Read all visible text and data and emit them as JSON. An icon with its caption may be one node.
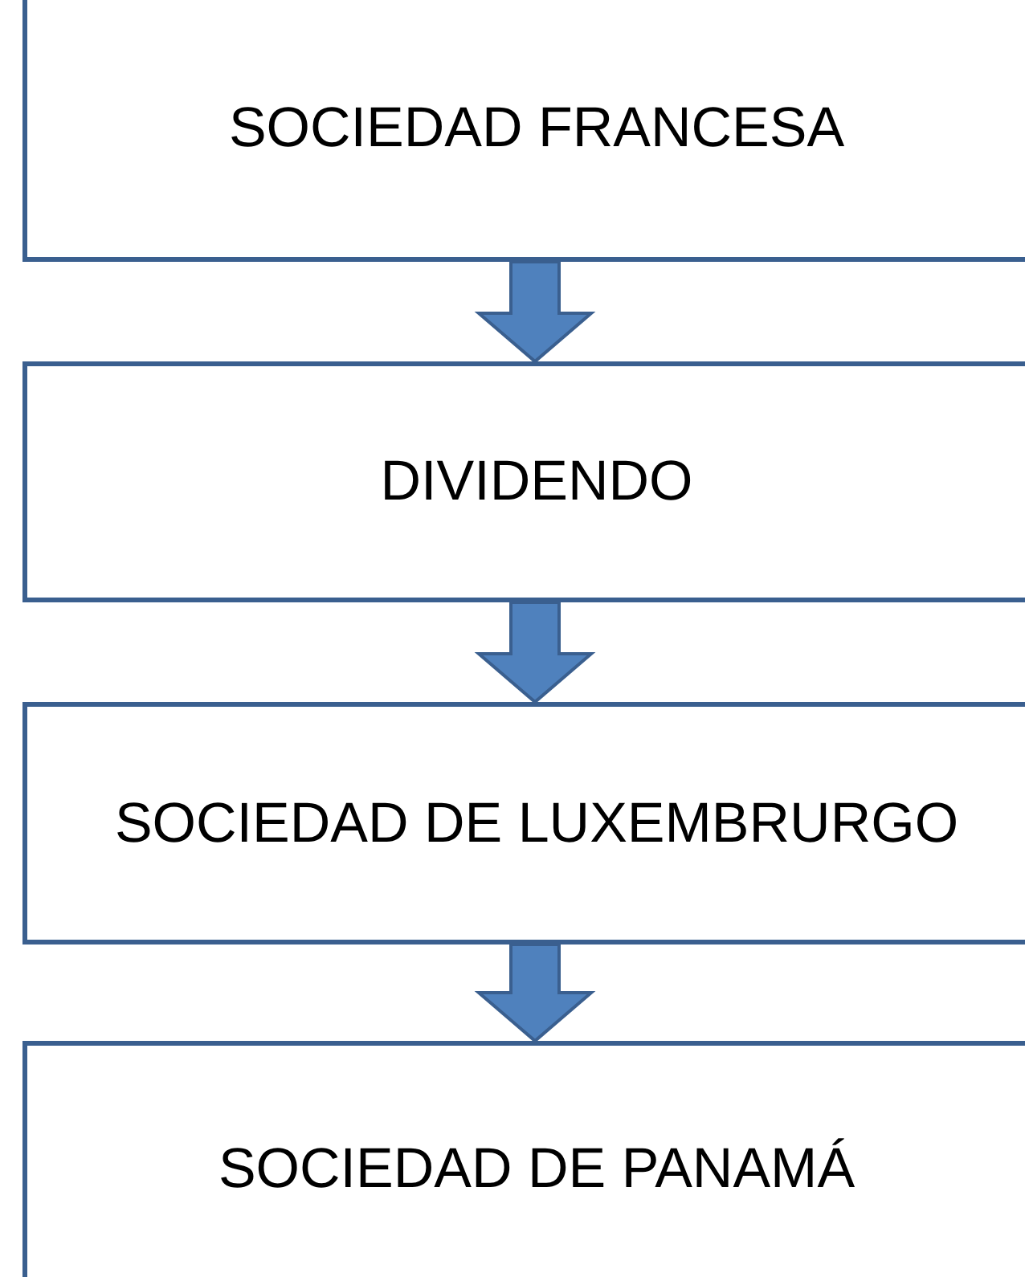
{
  "diagram": {
    "nodes": [
      {
        "text": [
          "SOCIEDAD FRANCESA"
        ]
      },
      {
        "text": [
          "DIVIDENDO"
        ]
      },
      {
        "text": [
          "SOCIEDAD DE LUXEMBRURGO"
        ]
      },
      {
        "text": [
          "SOCIEDAD DE PANAMÁ"
        ]
      }
    ],
    "edges": [
      {
        "from": 0,
        "to": 1,
        "arrow": "to"
      },
      {
        "from": 1,
        "to": 2,
        "arrow": "to"
      },
      {
        "from": 2,
        "to": 3,
        "arrow": "to"
      }
    ]
  }
}
